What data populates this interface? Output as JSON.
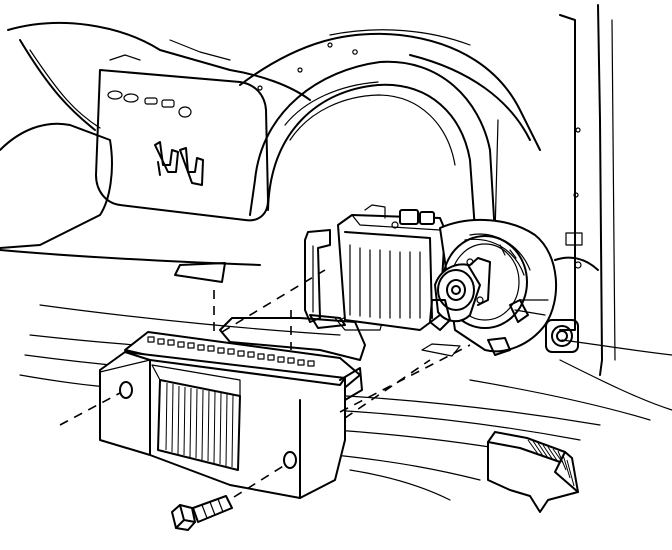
{
  "figure": {
    "colors": {
      "line": "#000000",
      "background": "#ffffff"
    },
    "icons": [
      "door-panel",
      "wheel-well",
      "air-compressor",
      "mounting-bracket",
      "bolt",
      "direction-arrow"
    ]
  }
}
